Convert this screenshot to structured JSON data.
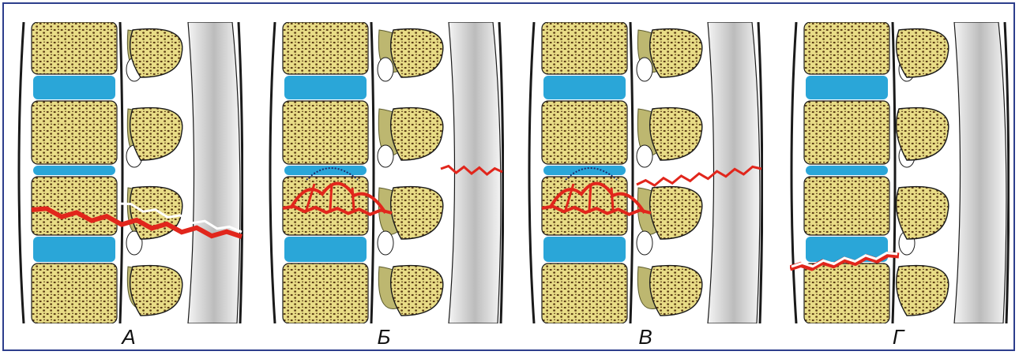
{
  "figure": {
    "panels": [
      {
        "id": "A",
        "label": "А",
        "fracture": "transverse-through-vertebra-and-posterior-elements"
      },
      {
        "id": "B",
        "label": "Б",
        "fracture": "vertebral-body-compression-with-posterior-ligament-rupture"
      },
      {
        "id": "V",
        "label": "В",
        "fracture": "vertebral-body-compression-extending-into-posterior-elements"
      },
      {
        "id": "G",
        "label": "Г",
        "fracture": "intervertebral-disc-rupture"
      }
    ]
  },
  "colors": {
    "frame": "#2d3e8c",
    "bone_fill": "#e8dc86",
    "bone_pore": "#5a3a14",
    "disc": "#2aa6d8",
    "posterior_element": "#bdb770",
    "ligament": "#d7d7d7",
    "fracture": "#e1261c",
    "outline": "#1a1a1a"
  }
}
